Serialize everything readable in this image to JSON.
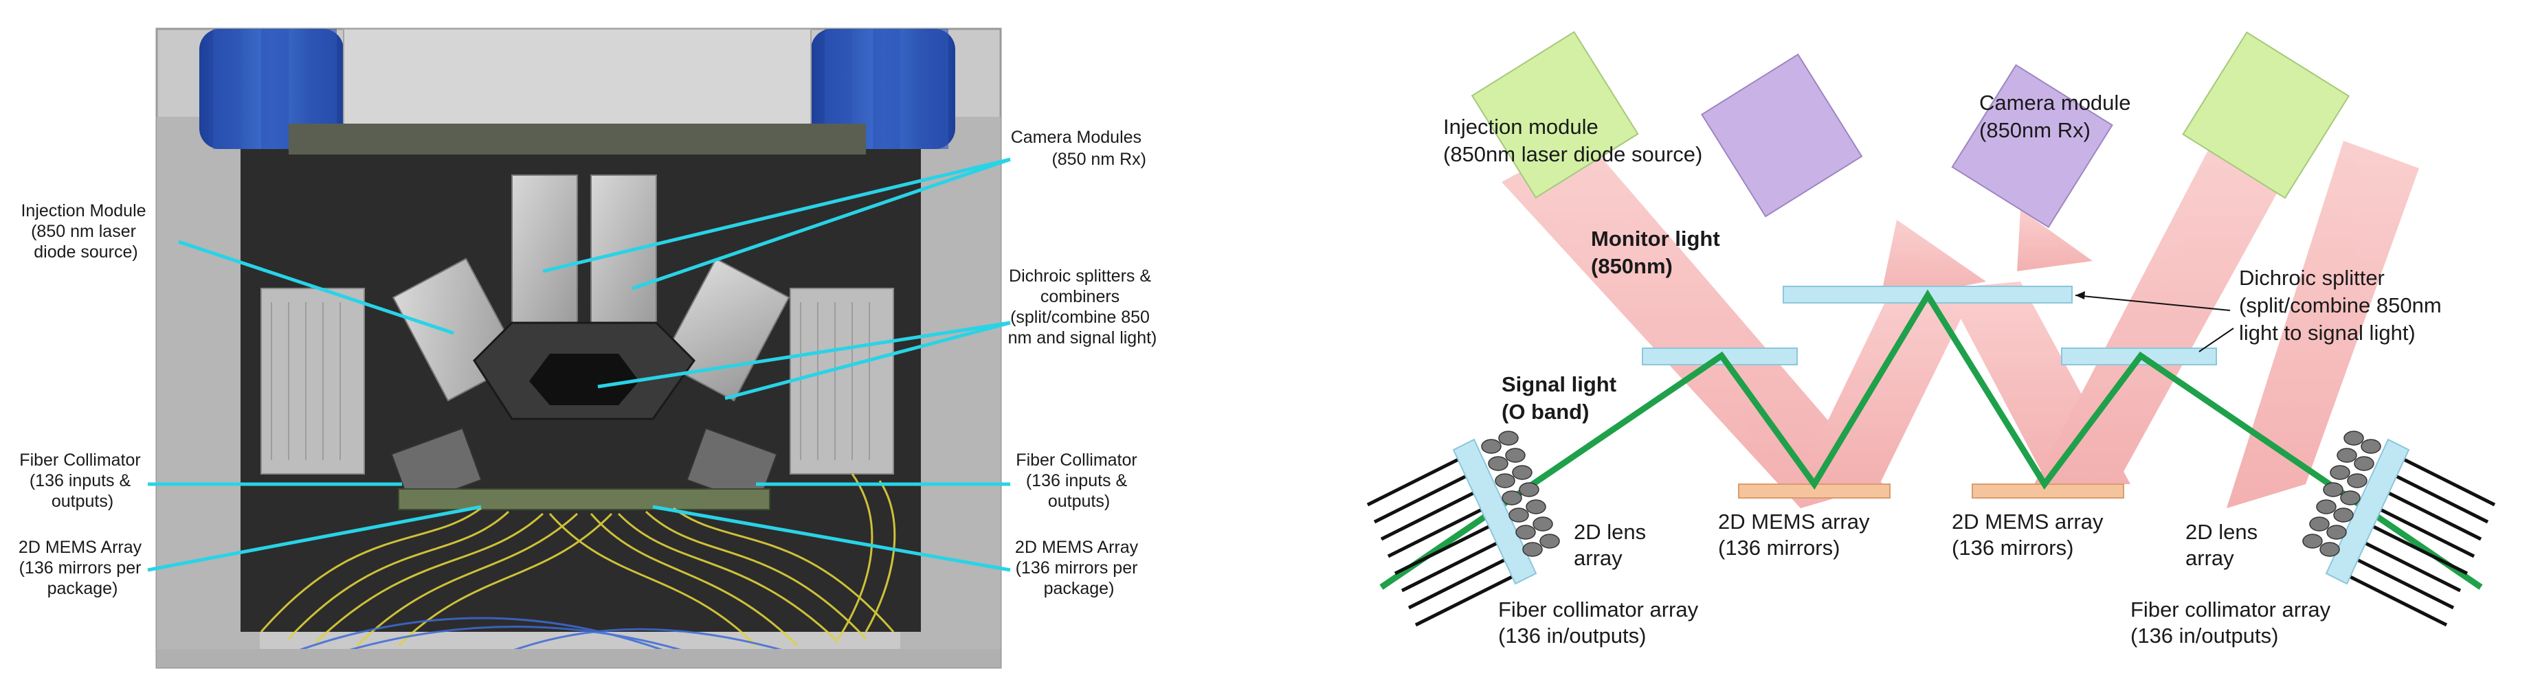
{
  "photo_panel": {
    "labels": {
      "camera_modules": [
        "Camera Modules",
        "(850 nm Rx)"
      ],
      "injection_module": [
        "Injection Module",
        "(850 nm laser",
        "diode source)"
      ],
      "dichroic_splitters": [
        "Dichroic splitters &",
        "combiners",
        "(split/combine 850",
        "nm and signal light)"
      ],
      "fiber_collimator_left": [
        "Fiber Collimator",
        "(136 inputs &",
        "outputs)"
      ],
      "fiber_collimator_right": [
        "Fiber Collimator",
        "(136 inputs &",
        "outputs)"
      ],
      "mems_left": [
        "2D MEMS Array",
        "(136 mirrors per",
        "package)"
      ],
      "mems_right": [
        "2D MEMS Array",
        "(136 mirrors per",
        "package)"
      ]
    }
  },
  "schematic_panel": {
    "labels": {
      "injection_module": [
        "Injection module",
        "(850nm laser diode source)"
      ],
      "camera_module": [
        "Camera module",
        "(850nm Rx)"
      ],
      "monitor_light": [
        "Monitor light",
        "(850nm)"
      ],
      "dichroic_splitter": [
        "Dichroic splitter",
        "(split/combine 850nm",
        "light to signal light)"
      ],
      "signal_light": [
        "Signal light",
        "(O band)"
      ],
      "mems_left": [
        "2D MEMS array",
        "(136 mirrors)"
      ],
      "mems_right": [
        "2D MEMS array",
        "(136 mirrors)"
      ],
      "lens_left": [
        "2D lens",
        "array"
      ],
      "lens_right": [
        "2D lens",
        "array"
      ],
      "collimator_left": [
        "Fiber collimator array",
        "(136 in/outputs)"
      ],
      "collimator_right": [
        "Fiber collimator array",
        "(136 in/outputs)"
      ]
    }
  },
  "colors": {
    "callout_line": "#29d3e6",
    "signal_light": "#1fa04a",
    "monitor_beam": "#f5a7a7",
    "injection_box": "#d3f0a5",
    "camera_box": "#c9b3e6",
    "dichroic": "#bfe7f3",
    "mems": "#f6c49c"
  }
}
